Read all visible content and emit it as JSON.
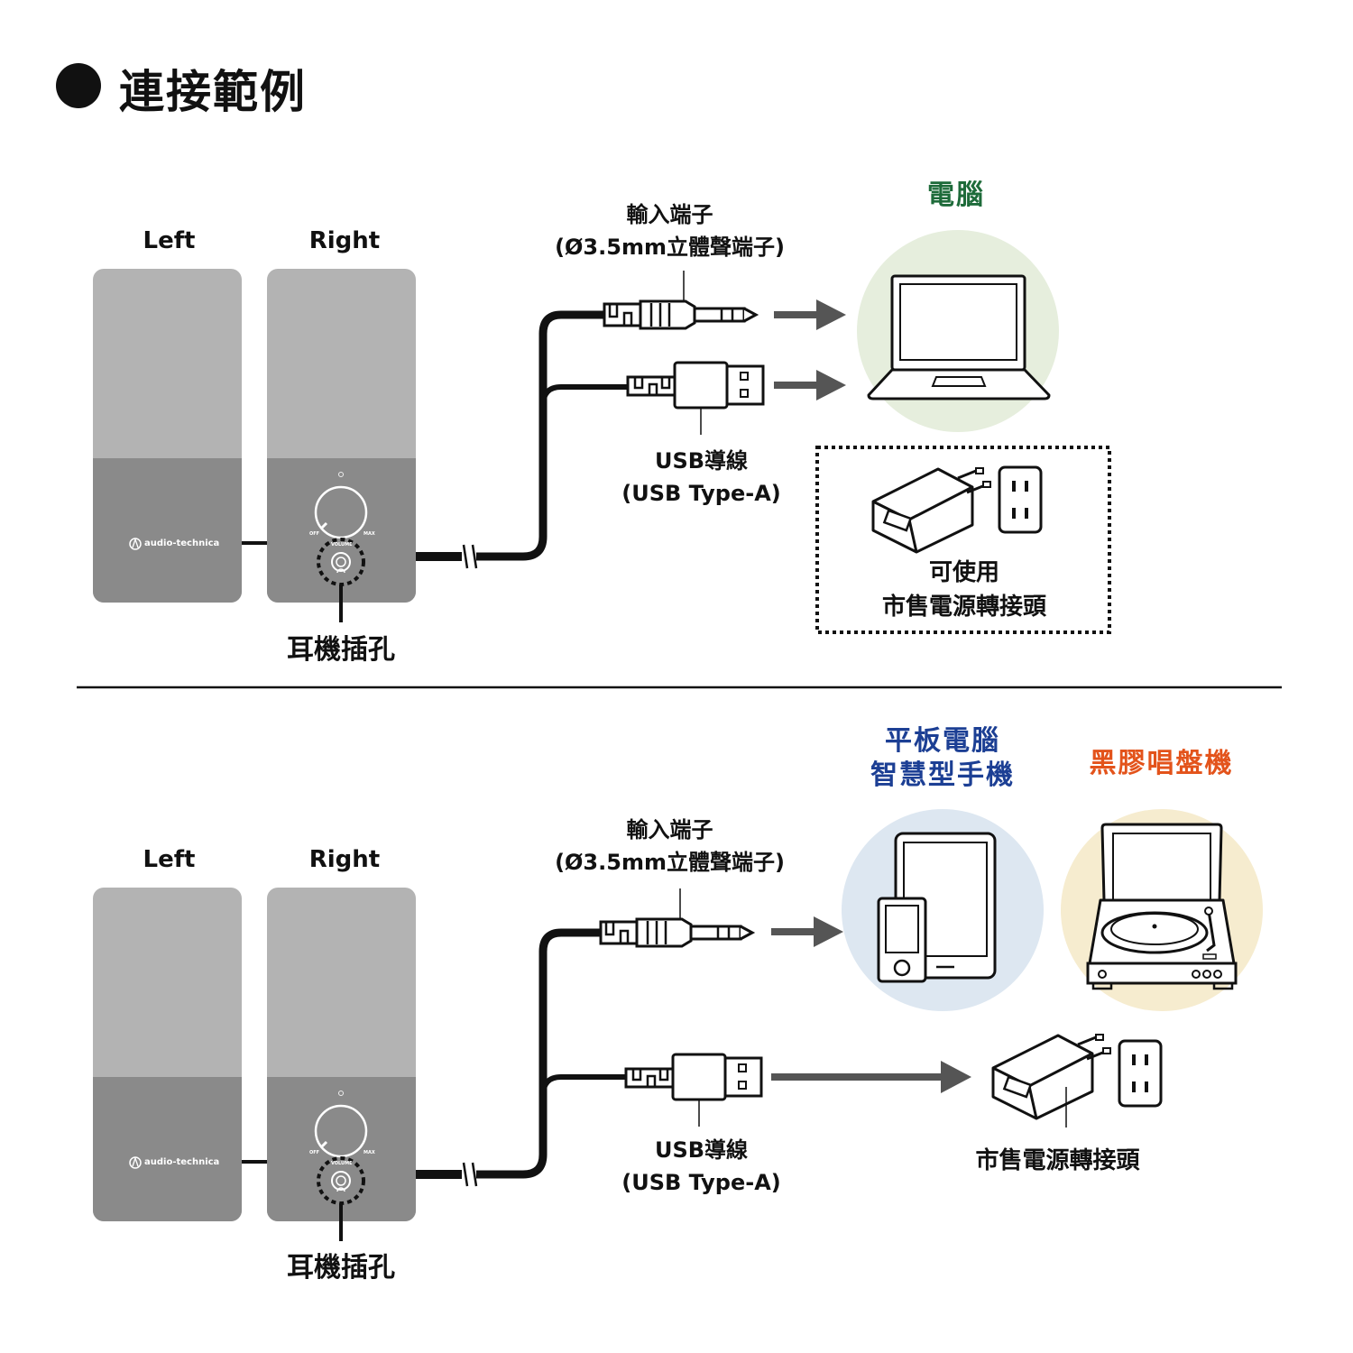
{
  "title": "連接範例",
  "colors": {
    "computer": "#1e6b3a",
    "tablet": "#1c3f94",
    "turntable": "#e3531b",
    "speaker_top": "#b3b3b3",
    "speaker_bottom": "#8a8a8a",
    "arrow": "#555555",
    "circle_green": "#e6eedd",
    "circle_blue": "#dde7f1",
    "circle_cream": "#f6eccf"
  },
  "top_panel": {
    "left_label": "Left",
    "right_label": "Right",
    "brand": "audio-technica",
    "knob_min": "OFF",
    "knob_max": "MAX",
    "knob_label": "VOLUME",
    "headphone_jack_label": "耳機插孔",
    "input_label_1": "輸入端子",
    "input_label_2": "(Ø3.5mm立體聲端子)",
    "usb_label_1": "USB導線",
    "usb_label_2": "(USB Type-A)",
    "device_label": "電腦",
    "adapter_label_1": "可使用",
    "adapter_label_2": "市售電源轉接頭"
  },
  "bottom_panel": {
    "left_label": "Left",
    "right_label": "Right",
    "brand": "audio-technica",
    "knob_min": "OFF",
    "knob_max": "MAX",
    "knob_label": "VOLUME",
    "headphone_jack_label": "耳機插孔",
    "input_label_1": "輸入端子",
    "input_label_2": "(Ø3.5mm立體聲端子)",
    "usb_label_1": "USB導線",
    "usb_label_2": "(USB Type-A)",
    "tablet_label_1": "平板電腦",
    "tablet_label_2": "智慧型手機",
    "turntable_label": "黑膠唱盤機",
    "adapter_label": "市售電源轉接頭"
  }
}
